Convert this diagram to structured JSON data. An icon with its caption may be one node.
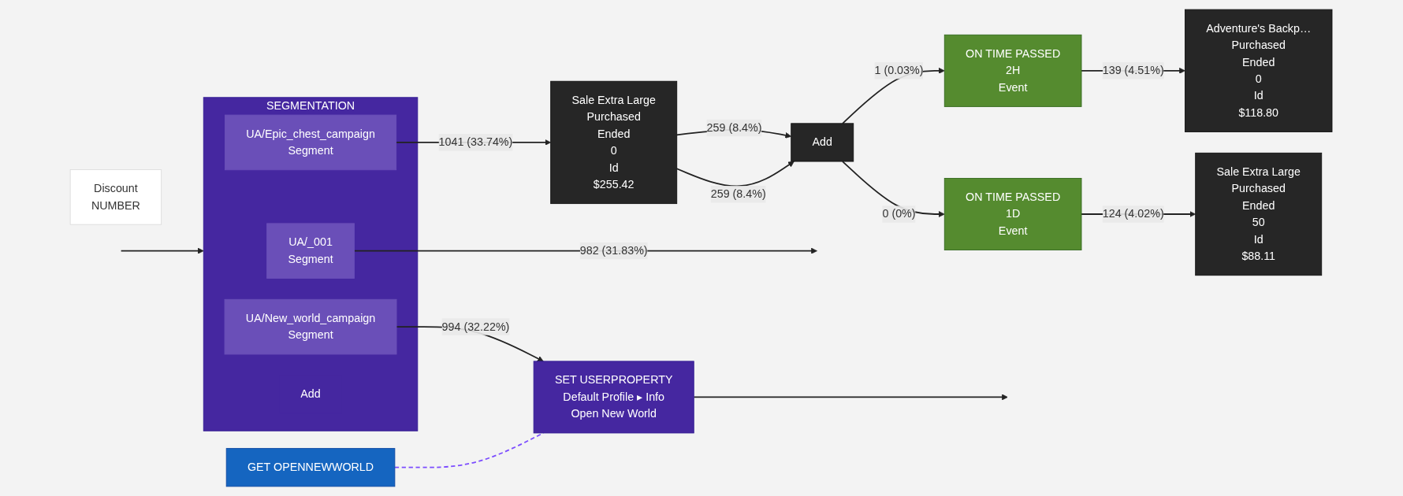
{
  "diagram": {
    "nodes": [
      {
        "text": [
          "SEGMENTATION"
        ]
      },
      {
        "text": [
          "UA/_001",
          "Segment"
        ],
        "in": 0
      },
      {
        "text": [
          "UA/Epic_chest_campaign",
          "Segment"
        ],
        "in": 0
      },
      {
        "text": [
          "UA/New_world_campaign",
          "Segment"
        ],
        "in": 0
      },
      {
        "text": [
          "Add"
        ],
        "in": 0
      },
      {
        "text": [
          "Sale Extra Large",
          "Purchased",
          "Ended",
          "0",
          "Id",
          "$255.42"
        ]
      },
      {
        "text": [
          "Add"
        ]
      },
      {
        "text": [
          "ON TIME PASSED",
          "2H",
          "Event"
        ]
      },
      {
        "text": [
          "Adventure's Backp…",
          "Purchased",
          "Ended",
          "0",
          "Id",
          "$118.80"
        ]
      },
      {
        "text": [
          "ON TIME PASSED",
          "1D",
          "Event"
        ]
      },
      {
        "text": [
          "Sale Extra Large",
          "Purchased",
          "Ended",
          "50",
          "Id",
          "$88.11"
        ]
      },
      {
        "text": [
          "SET USERPROPERTY",
          "Default Profile ▸ Info",
          "Open New World"
        ]
      },
      {
        "text": [
          "GET OPENNEWWORLD"
        ]
      },
      {
        "text": [
          "Discount",
          "NUMBER"
        ]
      }
    ],
    "edges": [
      {
        "from": null,
        "to": 0,
        "arrow": "to"
      },
      {
        "from": 1,
        "to": null,
        "arrow": "to",
        "label": "982 (31.83%)"
      },
      {
        "from": 2,
        "to": 5,
        "arrow": "to",
        "label": "1041 (33.74%)"
      },
      {
        "from": 3,
        "to": 11,
        "arrow": "to",
        "label": "994 (32.22%)"
      },
      {
        "from": 5,
        "to": 6,
        "arrow": "to",
        "label": "259 (8.4%)"
      },
      {
        "from": 5,
        "to": 6,
        "arrow": "to",
        "label": "259 (8.4%)"
      },
      {
        "from": 6,
        "to": 7,
        "arrow": "to",
        "label": "1 (0.03%)"
      },
      {
        "from": 6,
        "to": 9,
        "arrow": "to",
        "label": "0 (0%)"
      },
      {
        "from": 7,
        "to": 8,
        "arrow": "to",
        "label": "139 (4.51%)"
      },
      {
        "from": 9,
        "to": 10,
        "arrow": "to",
        "label": "124 (4.02%)"
      },
      {
        "from": 11,
        "to": null,
        "arrow": "to"
      },
      {
        "from": 12,
        "to": 11,
        "arrow": "none",
        "style": "dashed",
        "color": "#7c4dff"
      }
    ]
  }
}
